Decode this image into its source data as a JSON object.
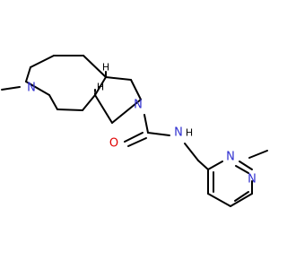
{
  "molecule": {
    "atoms": {
      "n_piperidine": {
        "label": "N",
        "color": "#2f2fd0"
      },
      "n_pyrrolidine": {
        "label": "N",
        "color": "#2f2fd0"
      },
      "nh_amide": {
        "label": "N",
        "color": "#2f2fd0"
      },
      "h_amide": {
        "label": "H",
        "color": "#000000"
      },
      "o_carbonyl": {
        "label": "O",
        "color": "#e00000"
      },
      "n_pyrimidine_1": {
        "label": "N",
        "color": "#2f2fd0"
      },
      "n_pyrimidine_3": {
        "label": "N",
        "color": "#2f2fd0"
      },
      "h_stereo_top": {
        "label": "H",
        "color": "#000000"
      },
      "h_stereo_bottom": {
        "label": "H",
        "color": "#000000"
      }
    }
  }
}
